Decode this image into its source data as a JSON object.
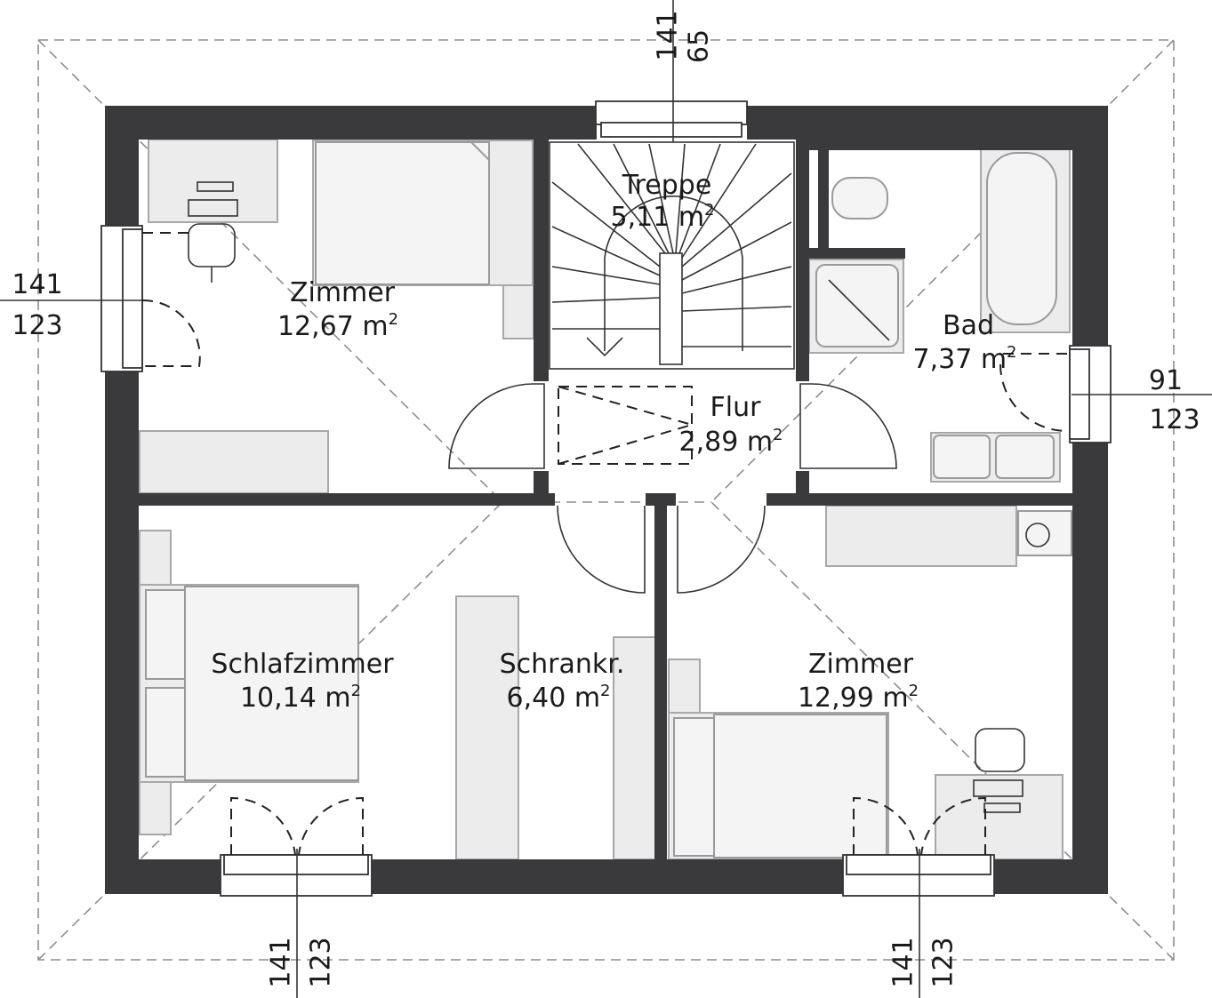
{
  "rooms": {
    "zimmer1": {
      "name": "Zimmer",
      "area": "12,67 m",
      "unit": "2"
    },
    "treppe": {
      "name": "Treppe",
      "area": "5,11 m",
      "unit": "2"
    },
    "bad": {
      "name": "Bad",
      "area": "7,37 m",
      "unit": "2"
    },
    "flur": {
      "name": "Flur",
      "area": "2,89 m",
      "unit": "2"
    },
    "schlafzimmer": {
      "name": "Schlafzimmer",
      "area": "10,14 m",
      "unit": "2"
    },
    "schrankr": {
      "name": "Schrankr.",
      "area": "6,40 m",
      "unit": "2"
    },
    "zimmer2": {
      "name": "Zimmer",
      "area": "12,99 m",
      "unit": "2"
    }
  },
  "windows": {
    "top": {
      "width": "141",
      "height": "65"
    },
    "left": {
      "width": "141",
      "height": "123"
    },
    "right": {
      "width": "91",
      "height": "123"
    },
    "bottom_left": {
      "width": "141",
      "height": "123"
    },
    "bottom_right": {
      "width": "141",
      "height": "123"
    }
  },
  "colors": {
    "wall": "#3a3a3c",
    "furniture": "#ececec",
    "roof_outline": "#8e8e8e"
  }
}
